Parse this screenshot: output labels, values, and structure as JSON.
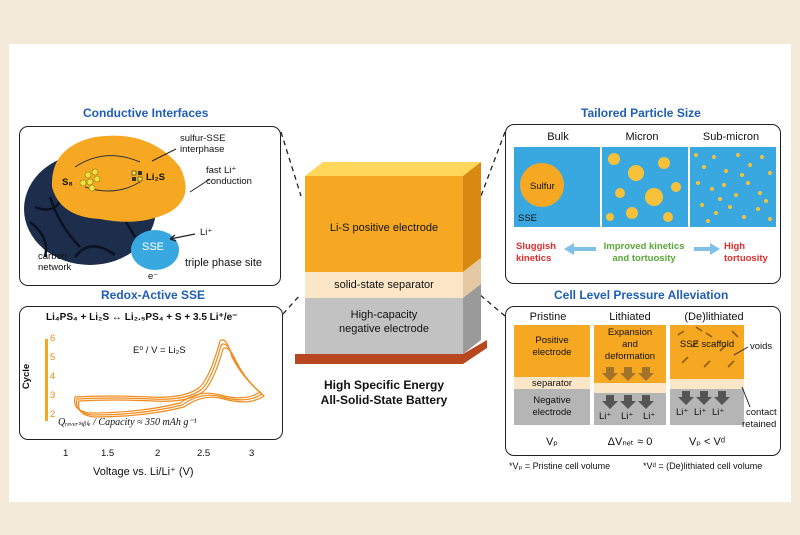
{
  "colors": {
    "page_bg": "#f3ead9",
    "title_blue": "#1e5fb4",
    "orange": "#f7a823",
    "sse_blue": "#3aa8e0",
    "red": "#e02e2e",
    "green": "#5aa83a",
    "separator": "#fbe6c8",
    "gray": "#b5b5b5"
  },
  "conductive": {
    "title": "Conductive Interfaces",
    "interphase_l1": "sulfur-SSE",
    "interphase_l2": "interphase",
    "fast_l1": "fast Li⁺",
    "fast_l2": "conduction",
    "s8": "S₈",
    "li2s": "Li₂S",
    "li_plus": "Li⁺",
    "carbon_l1": "carbon",
    "carbon_l2": "network",
    "sse": "SSE",
    "e_minus": "e⁻",
    "triple": "triple phase site"
  },
  "redox": {
    "title": "Redox-Active SSE",
    "equation": "Li₄PS₄ + Li₂S ↔ Li₂.₅PS₄ + S + 3.5 Li⁺/e⁻",
    "e0_label": "E⁰ / V =  Li₂S",
    "q_label": "Qᵣₑᵥₑᵣₛᵢᵦₗₑ / Capacity ≈ 350 mAh g⁻¹",
    "ylabel": "Cycle",
    "xlabel": "Voltage vs. Li/Li⁺ (V)",
    "cycle_ticks": [
      "6",
      "5",
      "4",
      "3",
      "2"
    ],
    "x_ticks": [
      "1",
      "1.5",
      "2",
      "2.5",
      "3"
    ]
  },
  "center": {
    "positive_electrode": "Li-S positive electrode",
    "separator": "solid-state separator",
    "neg_l1": "High-capacity",
    "neg_l2": "negative electrode",
    "caption_l1": "High Specific Energy",
    "caption_l2": "All-Solid-State Battery"
  },
  "particle": {
    "title": "Tailored Particle Size",
    "col_bulk": "Bulk",
    "col_micron": "Micron",
    "col_submicron": "Sub-micron",
    "sulfur": "Sulfur",
    "sse": "SSE",
    "sluggish_l1": "Sluggish",
    "sluggish_l2": "kinetics",
    "improved_l1": "Improved kinetics",
    "improved_l2": "and tortuosity",
    "high_l1": "High",
    "high_l2": "tortuosity"
  },
  "pressure": {
    "title": "Cell Level Pressure Alleviation",
    "col_pristine": "Pristine",
    "col_lithiated": "Lithiated",
    "col_delithiated": "(De)lithiated",
    "positive_l1": "Positive",
    "positive_l2": "electrode",
    "separator": "separator",
    "negative_l1": "Negative",
    "negative_l2": "electrode",
    "expansion_l1": "Expansion",
    "expansion_l2": "and",
    "expansion_l3": "deformation",
    "sse_scaffold": "SSE scaffold",
    "voids": "voids",
    "contact_l1": "contact",
    "contact_l2": "retained",
    "li_plus": "Li⁺",
    "vp": "Vₚ",
    "dvnet": "ΔVₙₑₜ ≈ 0",
    "vp_vd": "Vₚ < Vᵈ",
    "footnote_vp": "*Vₚ = Pristine cell volume",
    "footnote_vd": "*Vᵈ = (De)lithiated cell volume"
  }
}
